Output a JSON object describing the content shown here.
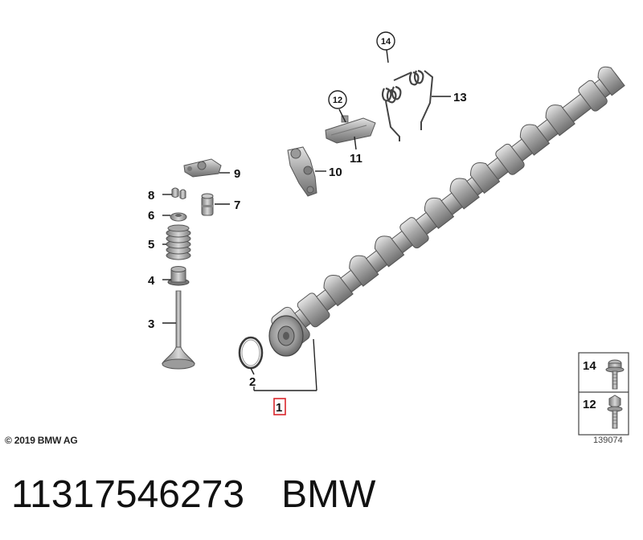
{
  "diagram": {
    "labels": {
      "p1": "1",
      "p2": "2",
      "p3": "3",
      "p4": "4",
      "p5": "5",
      "p6": "6",
      "p7": "7",
      "p8": "8",
      "p9": "9",
      "p10": "10",
      "p11": "11",
      "p12": "12",
      "p13": "13",
      "p14": "14"
    },
    "legend": {
      "item_a": "14",
      "item_b": "12"
    },
    "highlight_color": "#d9262b"
  },
  "footer": {
    "copyright": "© 2019 BMW AG",
    "figure_id": "139074",
    "part_number": "11317546273",
    "brand": "BMW"
  }
}
